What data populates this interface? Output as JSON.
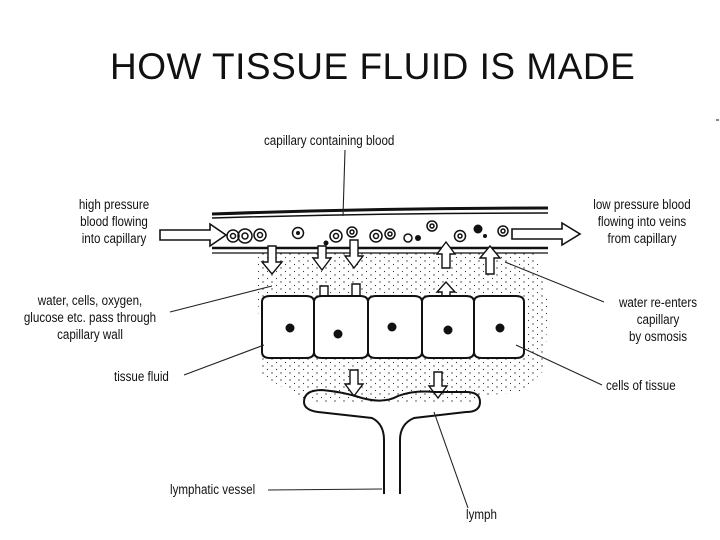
{
  "title": "HOW TISSUE FLUID IS MADE",
  "labels": {
    "capillary": "capillary containing blood",
    "high_pressure": [
      "high pressure",
      "blood flowing",
      "into capillary"
    ],
    "low_pressure": [
      "low pressure blood",
      "flowing into veins",
      "from capillary"
    ],
    "pass_through": [
      "water, cells, oxygen,",
      "glucose etc. pass through",
      "capillary wall"
    ],
    "reenters": [
      "water re-enters",
      "capillary",
      "by osmosis"
    ],
    "tissue_fluid": "tissue fluid",
    "cells_of_tissue": "cells of tissue",
    "lymphatic_vessel": "lymphatic vessel",
    "lymph": "lymph"
  }
}
